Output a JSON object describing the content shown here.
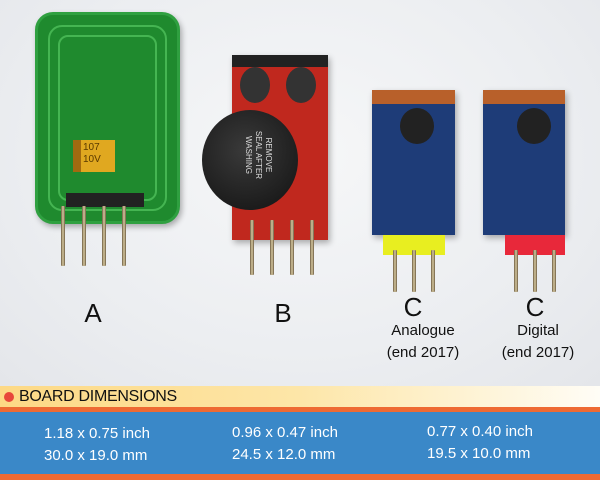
{
  "boards": [
    {
      "letter": "A",
      "caption": "",
      "note": ""
    },
    {
      "letter": "B",
      "caption": "",
      "note": ""
    },
    {
      "letter": "C",
      "caption": "Analogue",
      "note": "(end 2017)"
    },
    {
      "letter": "C",
      "caption": "Digital",
      "note": "(end 2017)"
    }
  ],
  "component_text": {
    "capacitor": "107 10V",
    "buzzer": "REMOVE SEAL AFTER WASHING"
  },
  "section": {
    "title": "BOARD DIMENSIONS"
  },
  "dimensions": [
    {
      "inch": "1.18 x 0.75 inch",
      "mm": "30.0 x 19.0 mm"
    },
    {
      "inch": "0.96 x 0.47 inch",
      "mm": "24.5 x 12.0 mm"
    },
    {
      "inch": "0.77 x 0.40 inch",
      "mm": "19.5 x 10.0 mm"
    }
  ],
  "colors": {
    "header_bar": "#fdd985",
    "accent_orange": "#ee6a33",
    "dimension_bar": "#3a88c8",
    "bullet": "#e8473a"
  }
}
